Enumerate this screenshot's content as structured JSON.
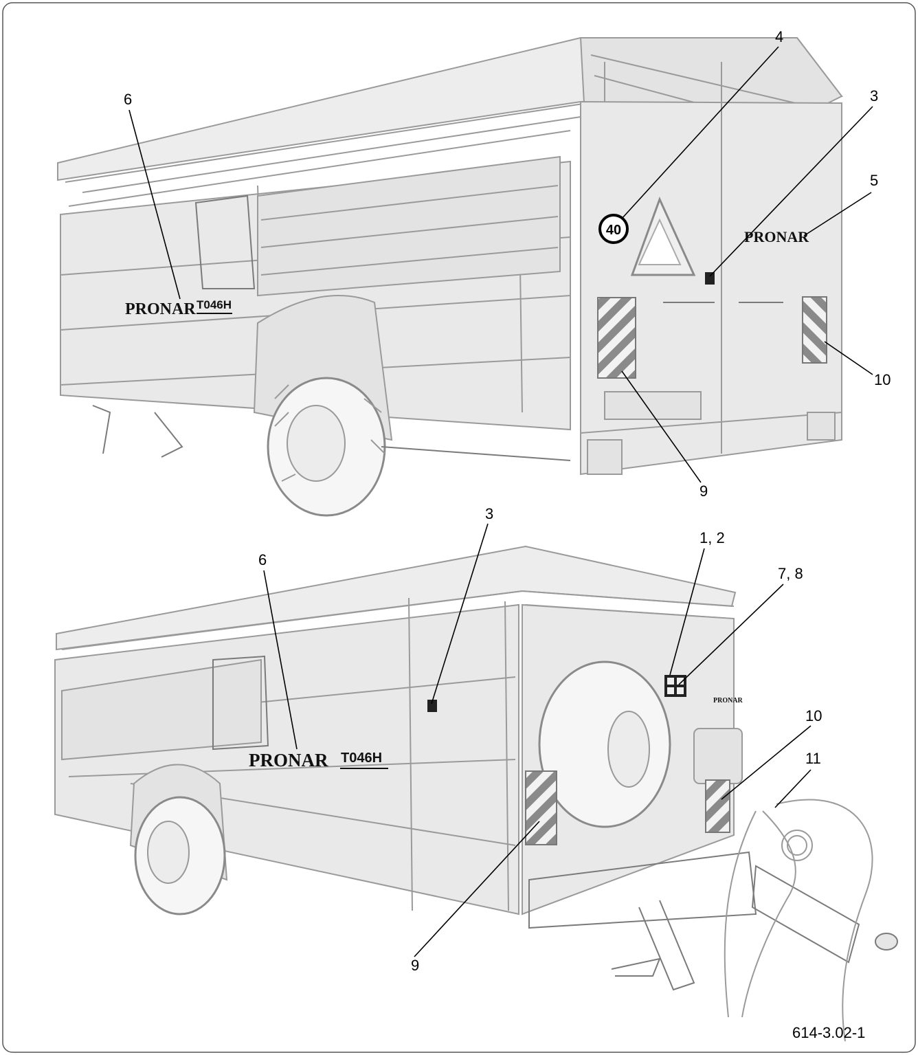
{
  "figure_code": "614-3.02-1",
  "callouts_top": [
    {
      "id": "6",
      "text": "6"
    },
    {
      "id": "4",
      "text": "4"
    },
    {
      "id": "3",
      "text": "3"
    },
    {
      "id": "5",
      "text": "5"
    },
    {
      "id": "10",
      "text": "10"
    },
    {
      "id": "9",
      "text": "9"
    }
  ],
  "callouts_bottom": [
    {
      "id": "3",
      "text": "3"
    },
    {
      "id": "6",
      "text": "6"
    },
    {
      "id": "1-2",
      "text": "1, 2"
    },
    {
      "id": "7-8",
      "text": "7, 8"
    },
    {
      "id": "10",
      "text": "10"
    },
    {
      "id": "11",
      "text": "11"
    },
    {
      "id": "9",
      "text": "9"
    }
  ],
  "decals": {
    "brand": "PRONAR",
    "model": "T046H",
    "speed_sign": "40",
    "brand_small": "PRONAR"
  },
  "colors": {
    "outline": "#9a9a9a",
    "panel": "#e9e9e9",
    "warning_stripe": "#8a8a8a",
    "text": "#000000"
  }
}
